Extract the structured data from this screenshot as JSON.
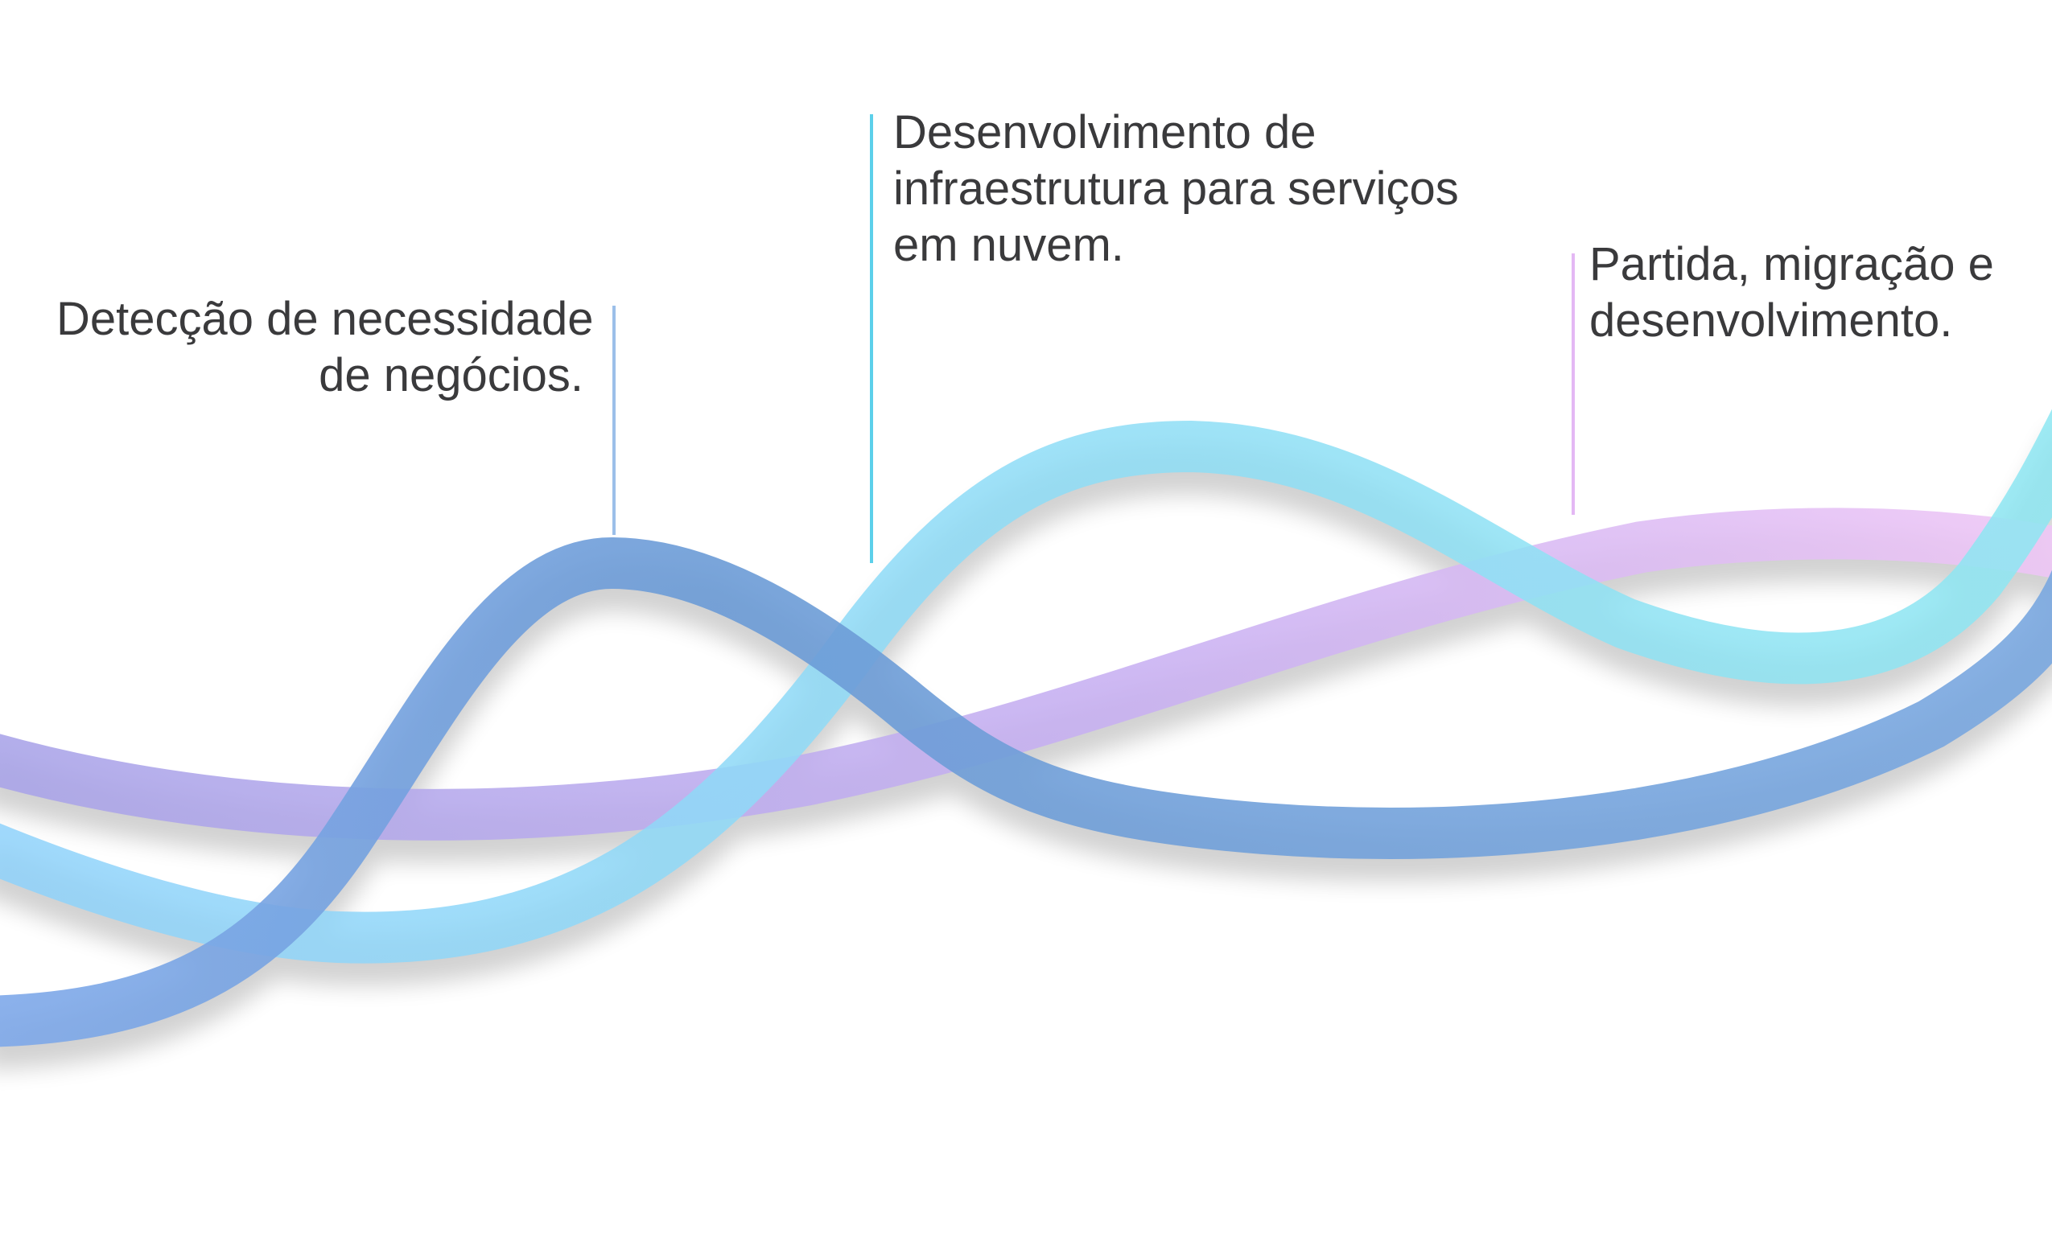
{
  "colors": {
    "background": "#ffffff",
    "text": "#3a3a3c",
    "wave_dark_blue": "#5a8fd6",
    "wave_cyan": "#6fd8f0",
    "wave_violet_pink": "#c9a4f2",
    "line_business": "#9cbfe9",
    "line_infra": "#5cd0ea",
    "line_launch": "#e4b8f4"
  },
  "annotations": [
    {
      "id": "business",
      "lines": [
        "Detecção de necessidade",
        "de negócios."
      ],
      "wave": "dark-blue"
    },
    {
      "id": "infra",
      "lines": [
        "Desenvolvimento de",
        "infraestrutura para serviços",
        "em nuvem."
      ],
      "wave": "cyan"
    },
    {
      "id": "launch",
      "lines": [
        "Partida, migração e",
        "desenvolvimento."
      ],
      "wave": "violet-pink"
    }
  ],
  "waves": [
    {
      "name": "violet-pink",
      "color_start": "#a7a4e6",
      "color_end": "#eec5f6"
    },
    {
      "name": "cyan",
      "color_start": "#8fd3fa",
      "color_end": "#8ee6f3"
    },
    {
      "name": "dark-blue",
      "color_start": "#7ba7e8",
      "color_end": "#6f9ed7"
    }
  ]
}
